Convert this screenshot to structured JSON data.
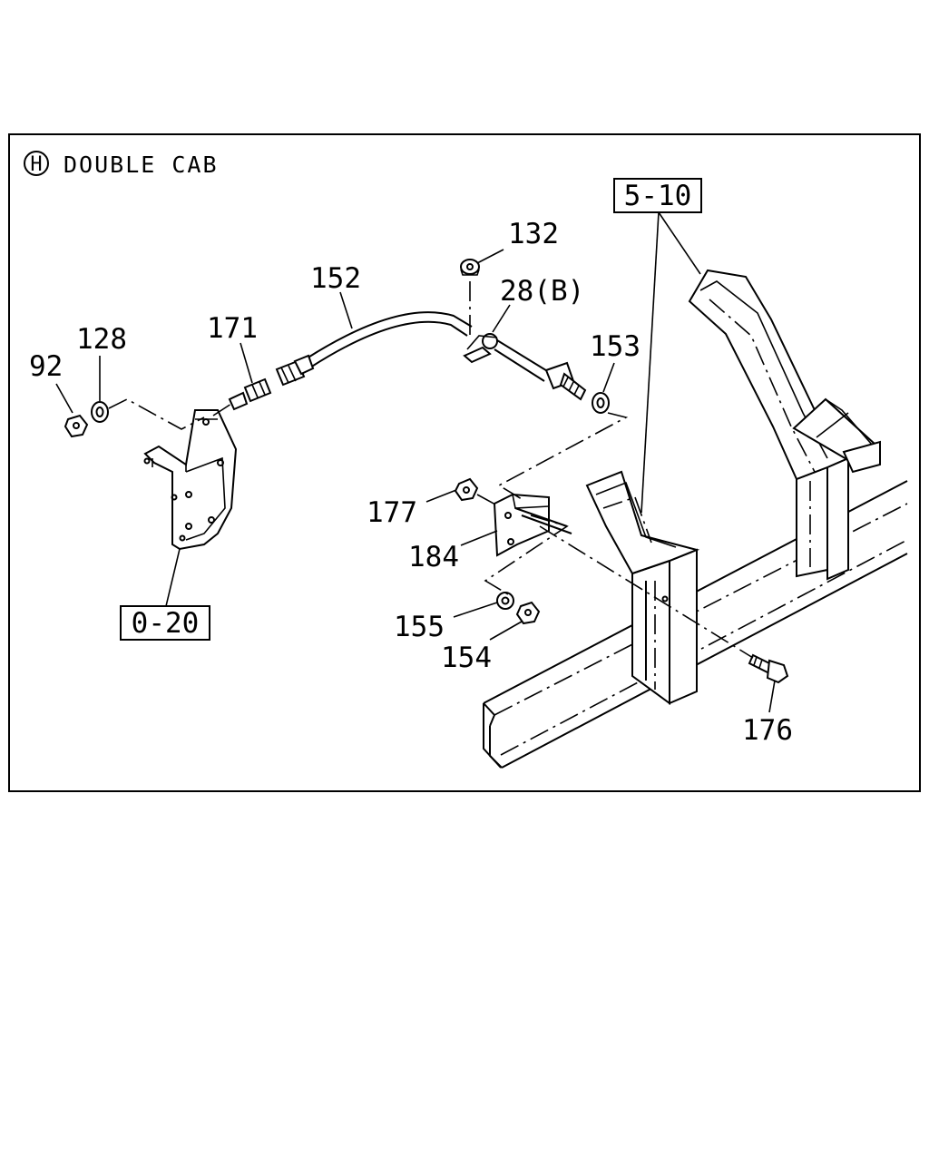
{
  "diagram": {
    "section_marker": "H",
    "section_title": "DOUBLE CAB",
    "ref_boxes": {
      "ref_0_20": "0-20",
      "ref_5_10": "5-10"
    },
    "callouts": {
      "p92": "92",
      "p128": "128",
      "p171": "171",
      "p152": "152",
      "p132": "132",
      "p28b": "28(B)",
      "p153": "153",
      "p177": "177",
      "p184": "184",
      "p155": "155",
      "p154": "154",
      "p176": "176"
    }
  }
}
